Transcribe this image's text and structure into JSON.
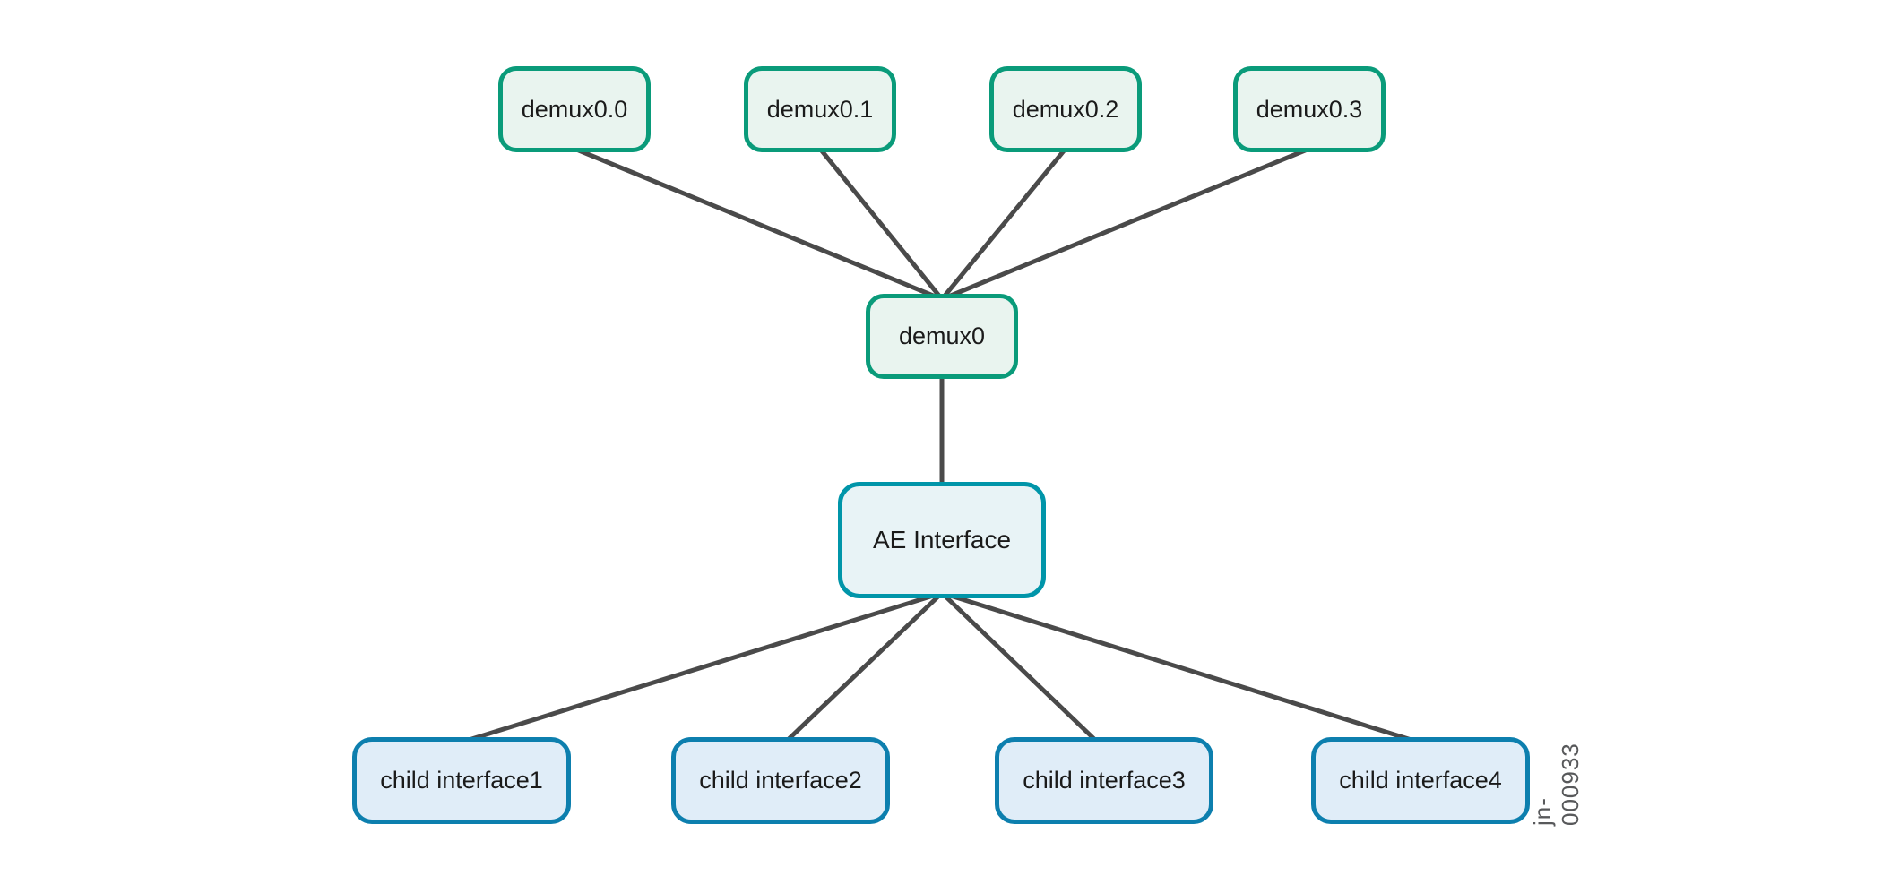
{
  "diagram": {
    "figure_id": "jn-000933",
    "nodes": {
      "demux_units": [
        {
          "label": "demux0.0"
        },
        {
          "label": "demux0.1"
        },
        {
          "label": "demux0.2"
        },
        {
          "label": "demux0.3"
        }
      ],
      "demux_parent": {
        "label": "demux0"
      },
      "ae": {
        "label": "AE Interface"
      },
      "children": [
        {
          "label": "child interface1"
        },
        {
          "label": "child interface2"
        },
        {
          "label": "child interface3"
        },
        {
          "label": "child interface4"
        }
      ]
    },
    "edges": [
      {
        "from": "demux0.0",
        "to": "demux0"
      },
      {
        "from": "demux0.1",
        "to": "demux0"
      },
      {
        "from": "demux0.2",
        "to": "demux0"
      },
      {
        "from": "demux0.3",
        "to": "demux0"
      },
      {
        "from": "demux0",
        "to": "AE Interface"
      },
      {
        "from": "AE Interface",
        "to": "child interface1"
      },
      {
        "from": "AE Interface",
        "to": "child interface2"
      },
      {
        "from": "AE Interface",
        "to": "child interface3"
      },
      {
        "from": "AE Interface",
        "to": "child interface4"
      }
    ],
    "colors": {
      "demux_border": "#0a9b7a",
      "demux_fill": "#e9f4ef",
      "ae_border": "#0095a9",
      "ae_fill": "#e8f3f6",
      "child_border": "#0d7fae",
      "child_fill": "#e0edf8",
      "line": "#4a4a4a",
      "figure_id_text": "#58595b"
    }
  }
}
